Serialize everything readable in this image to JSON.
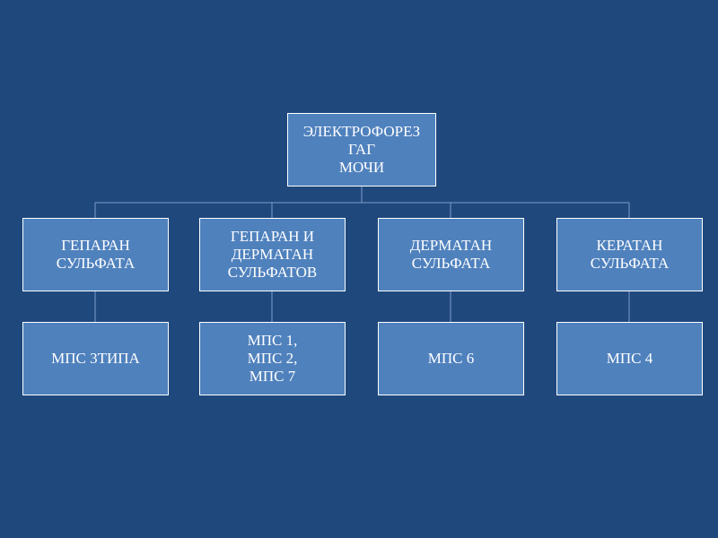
{
  "diagram": {
    "root": {
      "label": "ЭЛЕКТРОФОРЕЗ\nГАГ\nМОЧИ"
    },
    "categories": [
      {
        "label": "ГЕПАРАН\nСУЛЬФАТА",
        "child": "МПС 3ТИПА"
      },
      {
        "label": "ГЕПАРАН И\nДЕРМАТАН\nСУЛЬФАТОВ",
        "child": "МПС 1,\nМПС 2,\nМПС 7"
      },
      {
        "label": "ДЕРМАТАН\nСУЛЬФАТА",
        "child": "МПС 6"
      },
      {
        "label": "КЕРАТАН\nСУЛЬФАТА",
        "child": "МПС 4"
      }
    ]
  },
  "colors": {
    "background": "#1f497d",
    "box_fill": "#4f81bd",
    "box_border": "#ffffff",
    "connector": "#7f9ccc",
    "text": "#ffffff"
  }
}
